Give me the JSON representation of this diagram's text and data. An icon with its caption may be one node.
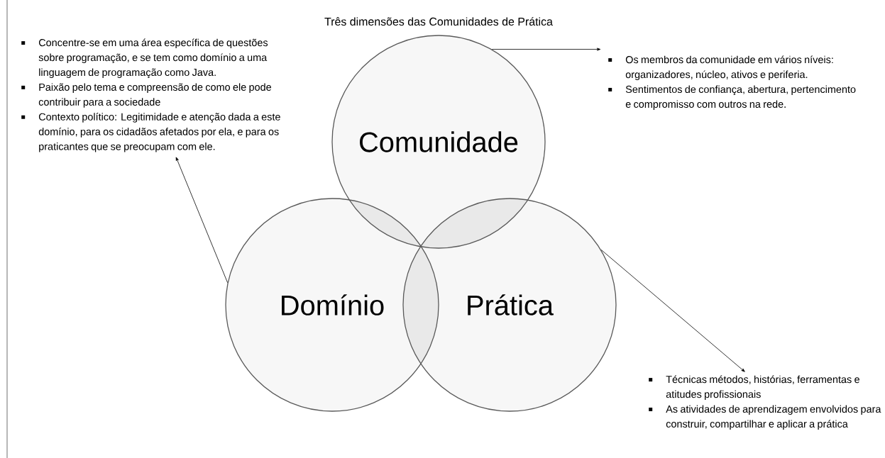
{
  "diagram": {
    "title": "Três dimensões das Comunidades de Prática",
    "nodes": [
      {
        "text": [
          "Concentre-se em uma área específica de questões sobre programação, e se tem como domínio a uma linguagem de programação como Java.",
          "Paixão pelo tema e compreensão de como ele pode contribuir para a sociedade",
          "Contexto político: Legitimidade e atenção dada a este domínio, para os cidadãos afetados por ela, e para os praticantes que se preocupam com ele."
        ]
      },
      {
        "text": [
          "Comunidade"
        ]
      },
      {
        "text": [
          "Os membros da comunidade em vários níveis: organizadores, núcleo, ativos e periferia.",
          "Sentimentos de confiança, abertura, pertencimento e compromisso com outros na rede."
        ]
      },
      {
        "text": [
          "Domínio"
        ]
      },
      {
        "text": [
          "Prática"
        ]
      },
      {
        "text": [
          "Técnicas métodos, histórias, ferramentas e atitudes profissionais",
          "As atividades de aprendizagem envolvidos para construir, compartilhar e aplicar a prática"
        ]
      }
    ],
    "edges": [
      {
        "from": 1,
        "to": 2,
        "arrow": "to"
      },
      {
        "from": 3,
        "to": 0,
        "arrow": "to"
      },
      {
        "from": 4,
        "to": 5,
        "arrow": "to"
      }
    ]
  }
}
